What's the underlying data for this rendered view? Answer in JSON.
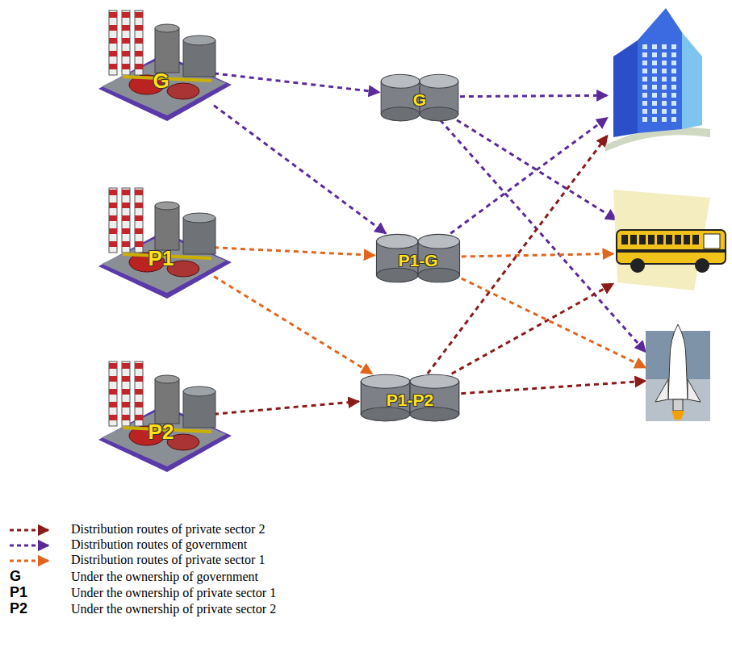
{
  "diagram": {
    "nodes": [
      {
        "text": [
          "G"
        ]
      },
      {
        "text": [
          "P1"
        ]
      },
      {
        "text": [
          "P2"
        ]
      },
      {
        "text": [
          "G"
        ]
      },
      {
        "text": [
          "P1-G"
        ]
      },
      {
        "text": [
          "P1-P2"
        ]
      },
      {
        "text": []
      },
      {
        "text": []
      },
      {
        "text": []
      }
    ],
    "edges": [
      {
        "from": 0,
        "to": 3,
        "arrow": "to"
      },
      {
        "from": 0,
        "to": 4,
        "arrow": "to"
      },
      {
        "from": 1,
        "to": 4,
        "arrow": "to"
      },
      {
        "from": 1,
        "to": 5,
        "arrow": "to"
      },
      {
        "from": 2,
        "to": 5,
        "arrow": "to"
      },
      {
        "from": 3,
        "to": 6,
        "arrow": "to"
      },
      {
        "from": 3,
        "to": 7,
        "arrow": "to"
      },
      {
        "from": 3,
        "to": 8,
        "arrow": "to"
      },
      {
        "from": 4,
        "to": 6,
        "arrow": "to"
      },
      {
        "from": 4,
        "to": 7,
        "arrow": "to"
      },
      {
        "from": 4,
        "to": 8,
        "arrow": "to"
      },
      {
        "from": 5,
        "to": 6,
        "arrow": "to"
      },
      {
        "from": 5,
        "to": 7,
        "arrow": "to"
      },
      {
        "from": 5,
        "to": 8,
        "arrow": "to"
      }
    ],
    "labels": [
      "G",
      "P1",
      "P2"
    ],
    "legend": [
      {
        "text": "Distribution routes of private sector 2"
      },
      {
        "text": "Distribution routes of government"
      },
      {
        "text": "Distribution routes of private sector 1"
      },
      {
        "text": "Under the ownership of government"
      },
      {
        "text": "Under the ownership of private sector 1"
      },
      {
        "text": "Under the ownership of private sector 2"
      }
    ]
  }
}
